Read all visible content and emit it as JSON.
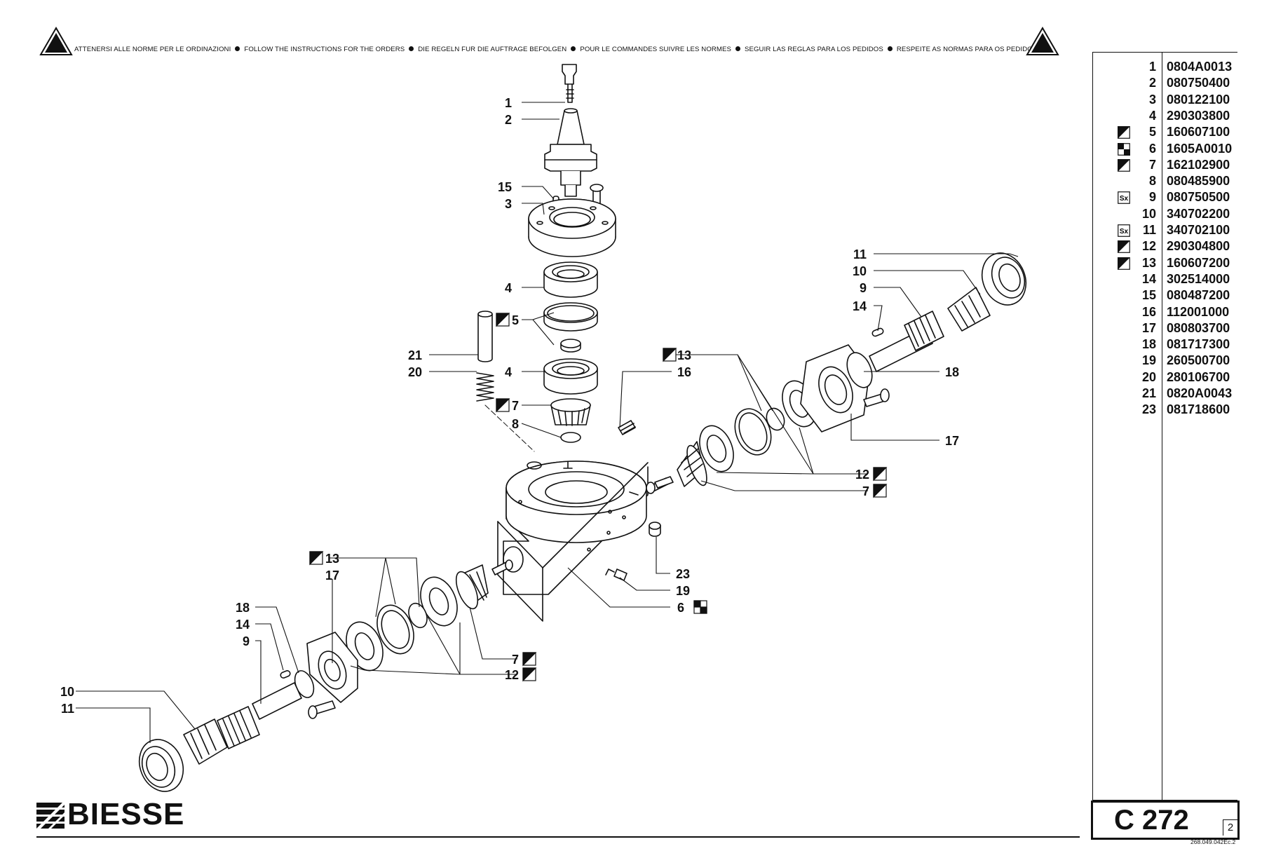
{
  "header": {
    "notices": [
      "ATTENERSI ALLE NORME PER LE ORDINAZIONI",
      "FOLLOW THE INSTRUCTIONS FOR THE ORDERS",
      "DIE REGELN FUR DIE AUFTRAGE BEFOLGEN",
      "POUR LE COMMANDES SUIVRE LES NORMES",
      "SEGUIR LAS REGLAS PARA LOS PEDIDOS",
      "RESPEITE AS NORMAS PARA OS PEDIDOS"
    ]
  },
  "parts": [
    {
      "pos": "1",
      "code": "0804A0013",
      "symbol": ""
    },
    {
      "pos": "2",
      "code": "080750400",
      "symbol": ""
    },
    {
      "pos": "3",
      "code": "080122100",
      "symbol": ""
    },
    {
      "pos": "4",
      "code": "290303800",
      "symbol": ""
    },
    {
      "pos": "5",
      "code": "160607100",
      "symbol": "half"
    },
    {
      "pos": "6",
      "code": "1605A0010",
      "symbol": "checker"
    },
    {
      "pos": "7",
      "code": "162102900",
      "symbol": "half"
    },
    {
      "pos": "8",
      "code": "080485900",
      "symbol": ""
    },
    {
      "pos": "9",
      "code": "080750500",
      "symbol": "sx"
    },
    {
      "pos": "10",
      "code": "340702200",
      "symbol": ""
    },
    {
      "pos": "11",
      "code": "340702100",
      "symbol": "sx"
    },
    {
      "pos": "12",
      "code": "290304800",
      "symbol": "half"
    },
    {
      "pos": "13",
      "code": "160607200",
      "symbol": "half"
    },
    {
      "pos": "14",
      "code": "302514000",
      "symbol": ""
    },
    {
      "pos": "15",
      "code": "080487200",
      "symbol": ""
    },
    {
      "pos": "16",
      "code": "112001000",
      "symbol": ""
    },
    {
      "pos": "17",
      "code": "080803700",
      "symbol": ""
    },
    {
      "pos": "18",
      "code": "081717300",
      "symbol": ""
    },
    {
      "pos": "19",
      "code": "260500700",
      "symbol": ""
    },
    {
      "pos": "20",
      "code": "280106700",
      "symbol": ""
    },
    {
      "pos": "21",
      "code": "0820A0043",
      "symbol": ""
    },
    {
      "pos": "23",
      "code": "081718600",
      "symbol": ""
    }
  ],
  "symbol_sx_text": "Sx",
  "callouts": [
    {
      "text": "1"
    },
    {
      "text": "2"
    },
    {
      "text": "15"
    },
    {
      "text": "3"
    },
    {
      "text": "4"
    },
    {
      "text": "5"
    },
    {
      "text": "21"
    },
    {
      "text": "20"
    },
    {
      "text": "4"
    },
    {
      "text": "7"
    },
    {
      "text": "8"
    },
    {
      "text": "16"
    },
    {
      "text": "13"
    },
    {
      "text": "11"
    },
    {
      "text": "10"
    },
    {
      "text": "9"
    },
    {
      "text": "14"
    },
    {
      "text": "18"
    },
    {
      "text": "17"
    },
    {
      "text": "12"
    },
    {
      "text": "7"
    },
    {
      "text": "23"
    },
    {
      "text": "19"
    },
    {
      "text": "6"
    },
    {
      "text": "13"
    },
    {
      "text": "17"
    },
    {
      "text": "18"
    },
    {
      "text": "14"
    },
    {
      "text": "9"
    },
    {
      "text": "10"
    },
    {
      "text": "11"
    },
    {
      "text": "7"
    },
    {
      "text": "12"
    }
  ],
  "brand": "BIESSE",
  "page": {
    "code": "C 272",
    "number": "2",
    "doc_ref": "268.049.042Ec.2"
  }
}
